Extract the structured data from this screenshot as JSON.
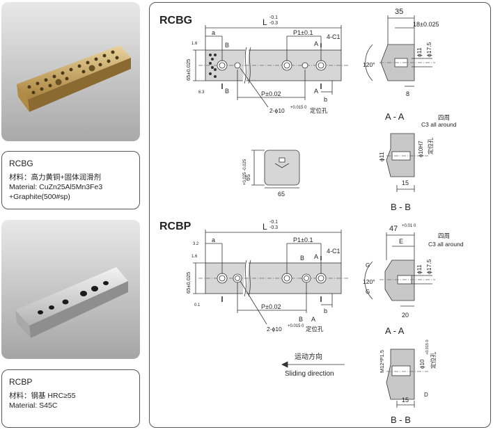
{
  "products": [
    {
      "name": "RCBG",
      "material_cn": "材料：高力黄铜+固体润滑剂",
      "material_en_line1": "Material: CuZn25Al5Mn3Fe3",
      "material_en_line2": "+Graphite(500#sp)"
    },
    {
      "name": "RCBP",
      "material_cn": "材料：钢基 HRC≥55",
      "material_en": "Material: S45C"
    }
  ],
  "rcbg": {
    "title": "RCBG",
    "dim_L": "L",
    "dim_L_tol_top": "-0.1",
    "dim_L_tol_bot": "-0.3",
    "dim_a": "a",
    "dim_P1": "P1±0.1",
    "chamfer": "4-C1",
    "sec_A": "A",
    "sec_B": "B",
    "rough_1": "1.6",
    "rough_2": "6.3",
    "dim_65": "65±0.025",
    "dim_P": "P±0.02",
    "dim_b": "b",
    "pin_holes": "2-ϕ10",
    "pin_tol": "+0.015 0",
    "pin_label": "定位孔",
    "end_height": "65",
    "end_height_tol": "+0.025 -0.025",
    "end_width": "65",
    "dim_35": "35",
    "dim_18": "18±0.025",
    "dim_phi11": "ϕ11",
    "dim_phi175": "ϕ17.5",
    "angle_120": "120°",
    "dim_8": "8",
    "section_aa": "A - A",
    "around_cn": "四周",
    "around_en": "C3 all around",
    "dim_phi10h7": "ϕ10H7",
    "pin_label2": "定位孔",
    "dim_15": "15",
    "section_bb": "B - B"
  },
  "rcbp": {
    "title": "RCBP",
    "dim_L": "L",
    "dim_L_tol_top": "-0.1",
    "dim_L_tol_bot": "-0.3",
    "dim_a": "a",
    "dim_P1": "P1±0.1",
    "chamfer": "4-C1",
    "sec_A": "A",
    "sec_B": "B",
    "rough_1": "3.2",
    "rough_2": "1.6",
    "rough_3": "0.1",
    "dim_65": "65±0.025",
    "dim_P": "P±0.02",
    "dim_b": "b",
    "pin_holes": "2-ϕ10",
    "pin_tol": "+0.015 0",
    "pin_label": "定位孔",
    "motion_cn": "运动方向",
    "motion_en": "Sliding direction",
    "dim_47": "47",
    "dim_47_tol": "+0.01 0",
    "dim_E": "E",
    "around_cn": "四周",
    "around_en": "C3 all around",
    "dim_G": "G",
    "dim_phi11": "ϕ11",
    "dim_phi175": "ϕ17.5",
    "angle_120": "120°",
    "dim_20": "20",
    "section_aa": "A - A",
    "dim_m12": "M12*P1.5",
    "dim_phi10": "ϕ10",
    "dim_phi10_tol": "+0.015 0",
    "pin_label2": "定位孔",
    "dim_15": "15",
    "section_bb": "B - B",
    "dim_D": "D"
  },
  "colors": {
    "border": "#555555",
    "photo_bg": "#bdbdbd",
    "bronze": "#c9a766",
    "steel": "#c8c8c8",
    "block_fill": "#d6d6d6"
  }
}
